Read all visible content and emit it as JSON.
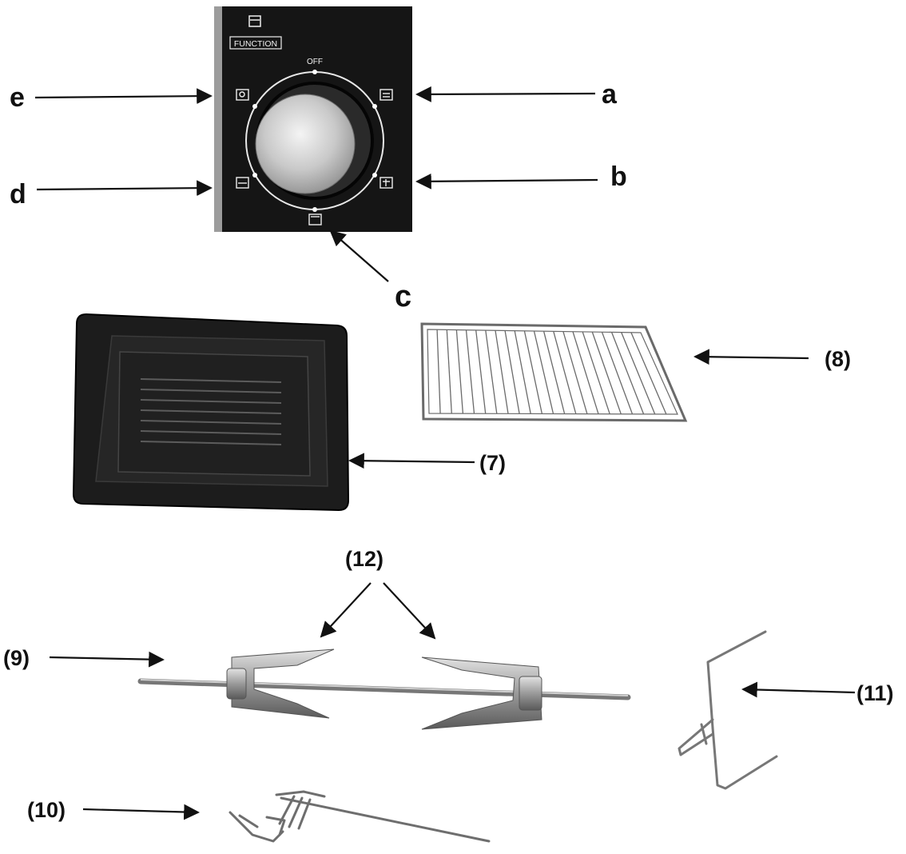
{
  "panel": {
    "function_label": "FUNCTION",
    "off_label": "OFF",
    "colors": {
      "panel": "#151515",
      "knob": "#cfcfcf",
      "tray": "#1c1c1c"
    }
  },
  "callouts": {
    "a": "a",
    "b": "b",
    "c": "c",
    "d": "d",
    "e": "e",
    "p7": "(7)",
    "p8": "(8)",
    "p9": "(9)",
    "p10": "(10)",
    "p11": "(11)",
    "p12": "(12)"
  },
  "icons": [
    "oven-mode-icon",
    "function-knob",
    "baking-tray",
    "wire-rack",
    "rotisserie-spit",
    "rotisserie-fork",
    "spit-handle"
  ]
}
